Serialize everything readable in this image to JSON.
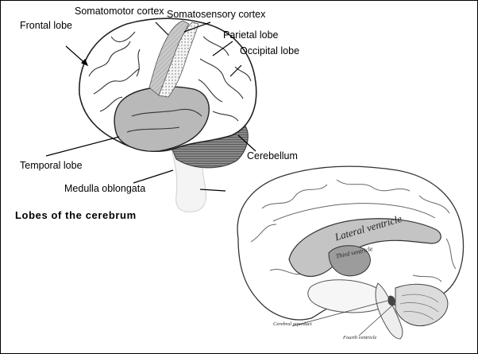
{
  "diagram1": {
    "labels": {
      "somatomotor": "Somatomotor cortex",
      "somatosensory": "Somatosensory cortex",
      "frontal": "Frontal lobe",
      "parietal": "Parietal lobe",
      "occipital": "Occipital lobe",
      "cerebellum": "Cerebellum",
      "temporal": "Temporal lobe",
      "medulla": "Medulla oblongata"
    },
    "caption": "Lobes of the cerebrum"
  },
  "diagram2": {
    "labels": {
      "lateral_ventricle": "Lateral ventricle",
      "third_ventricle": "Third ventricle",
      "cerebral_aqueduct": "Cerebral aqueduct",
      "fourth_ventricle": "Fourth ventricle"
    }
  }
}
